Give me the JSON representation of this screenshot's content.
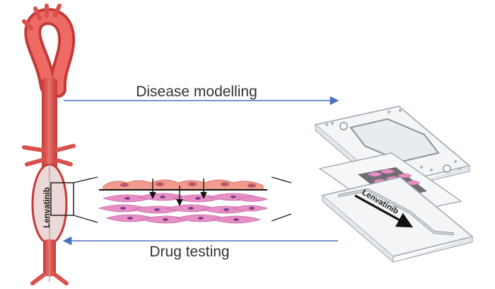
{
  "labels": {
    "top_arrow": "Disease modelling",
    "bottom_arrow": "Drug testing",
    "drug_on_aorta": "Lenvatinib",
    "drug_on_chip": "Lenvatinib"
  },
  "colors": {
    "aorta_red": "#e6534f",
    "aorta_dark": "#c43a37",
    "aneurysm_fill": "#ecd8d6",
    "smc_pink": "#e78fc5",
    "smc_nucleus": "#7b3f8e",
    "endothelial": "#f19b8c",
    "arrow_blue": "#4a72c4",
    "chip_stroke": "#9aa3ad",
    "chip_fill": "#f3f5f7"
  },
  "icons": {
    "aorta": "aorta-illustration",
    "tissue": "vascular-tissue-layers",
    "chip": "exploded-organ-on-chip",
    "arrow": "arrow-right / arrow-left"
  }
}
